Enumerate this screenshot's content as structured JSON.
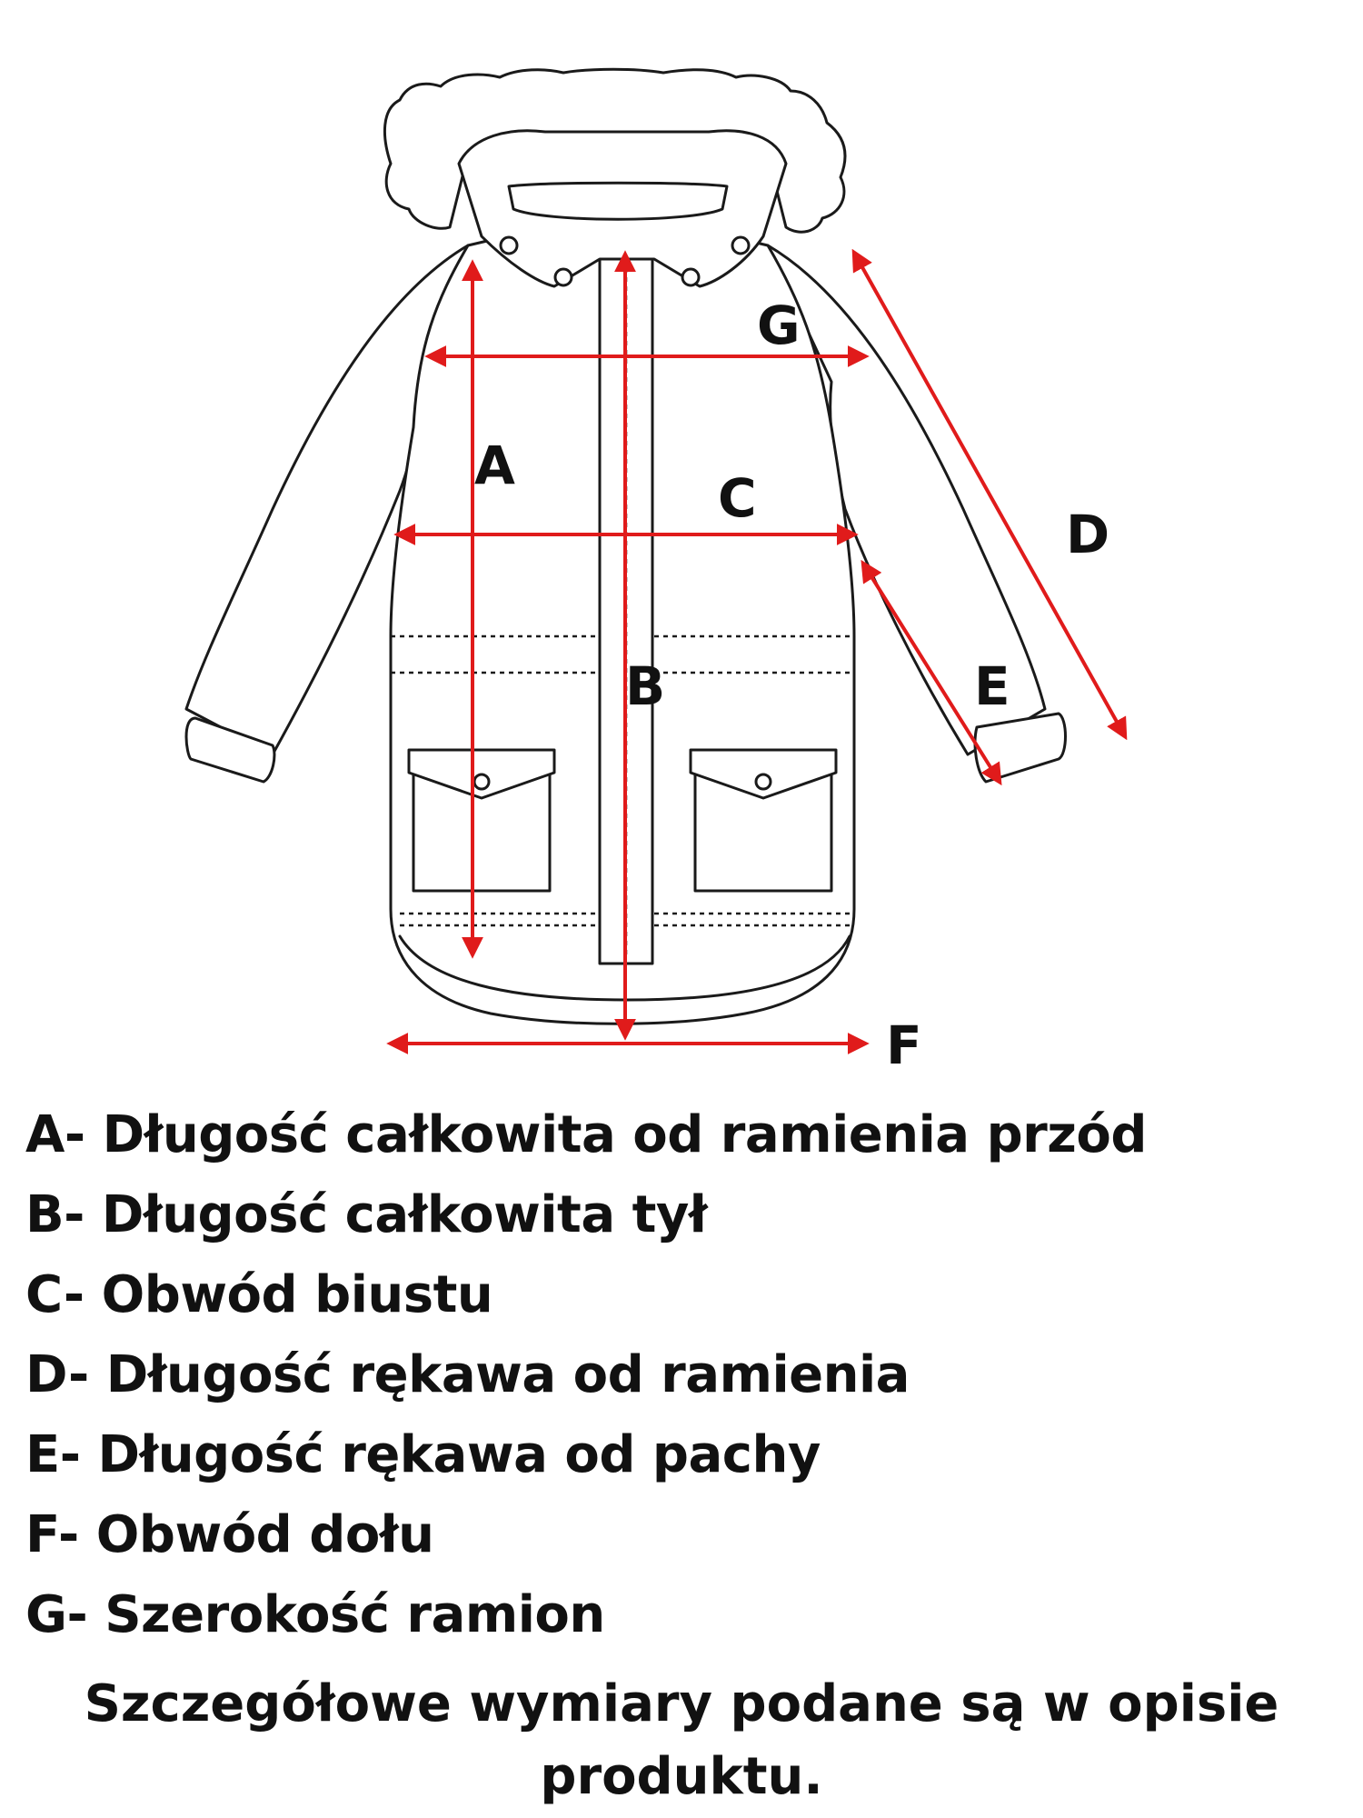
{
  "diagram": {
    "labels": {
      "A": "A",
      "B": "B",
      "C": "C",
      "D": "D",
      "E": "E",
      "F": "F",
      "G": "G"
    },
    "arrow_color": "#e01b1b",
    "line_color": "#1a1a1a"
  },
  "legend": [
    "A- Długość całkowita od ramienia przód",
    "B- Długość całkowita tył",
    "C- Obwód biustu",
    "D- Długość rękawa od ramienia",
    "E- Długość rękawa od pachy",
    "F- Obwód dołu",
    "G- Szerokość ramion"
  ],
  "footer": {
    "line1": "Szczegółowe wymiary podane są w opisie",
    "line2": "produktu."
  }
}
